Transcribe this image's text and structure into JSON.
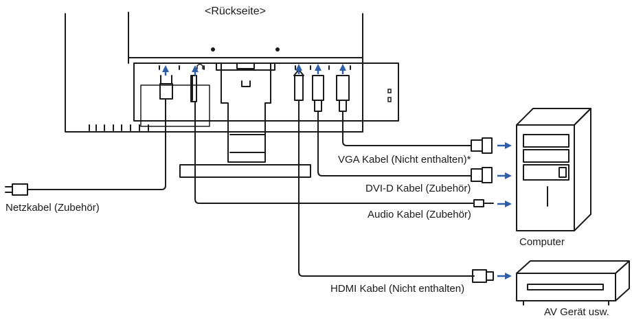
{
  "title": "<Rückseite>",
  "labels": {
    "power_cable": "Netzkabel (Zubehör)",
    "vga_cable": "VGA Kabel (Nicht enthalten)*",
    "dvi_cable": "DVI-D Kabel (Zubehör)",
    "audio_cable": "Audio Kabel (Zubehör)",
    "hdmi_cable": "HDMI Kabel (Nicht enthalten)",
    "computer": "Computer",
    "av_device": "AV Gerät usw."
  },
  "colors": {
    "line": "#1a1a1a",
    "arrow_blue": "#2f5ea8",
    "device_fill": "#ffffff"
  },
  "icons": [
    "arrow-up-icon",
    "arrow-right-icon",
    "kensington-lock-icon",
    "audio-headphone-icon"
  ]
}
